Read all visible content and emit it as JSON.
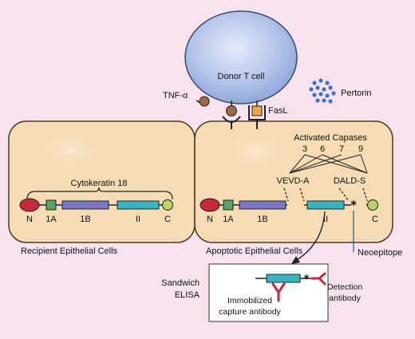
{
  "tcell": {
    "label": "Donor T cell"
  },
  "tnf": {
    "label": "TNF-α"
  },
  "fasl": {
    "label": "FasL"
  },
  "pertorin": {
    "label": "Pertorin"
  },
  "recipient": {
    "cell_label": "Recipient Epithelial Cells",
    "protein_label": "Cytokeratin 18",
    "domains": {
      "n": "N",
      "a1": "1A",
      "b1": "1B",
      "ii": "II",
      "c": "C"
    }
  },
  "apoptotic": {
    "cell_label": "Apoptotic Epithelial Cells",
    "caspases_title": "Activated Capases",
    "caspases": [
      "3",
      "6",
      "7",
      "9"
    ],
    "site_left": "VEVD-A",
    "site_right": "DALD-S",
    "domains": {
      "n": "N",
      "a1": "1A",
      "b1": "1B",
      "ii": "II",
      "c": "C"
    },
    "neoepitope": "Neoepitope"
  },
  "elisa": {
    "label_line1": "Sandwich",
    "label_line2": "ELISA",
    "capture_line1": "Immobilized",
    "capture_line2": "capture antibody",
    "detection_line1": "Detection",
    "detection_line2": "antibody"
  },
  "colors": {
    "background": "#f7e3ee",
    "cell_fill": "#f6dcb4",
    "cell_stroke": "#4a3a2a",
    "tcell": "#a9bde6",
    "n_domain": "#c8283c",
    "a1_domain": "#5aa36a",
    "b1_domain": "#7b78c8",
    "ii_domain": "#3cb3c0",
    "c_domain": "#b6d66a",
    "pertorin_dots": "#3f73c2",
    "antibody": "#c8283c",
    "tnf_ball": "#9a6a48",
    "fasl_box": "#f0a648"
  }
}
